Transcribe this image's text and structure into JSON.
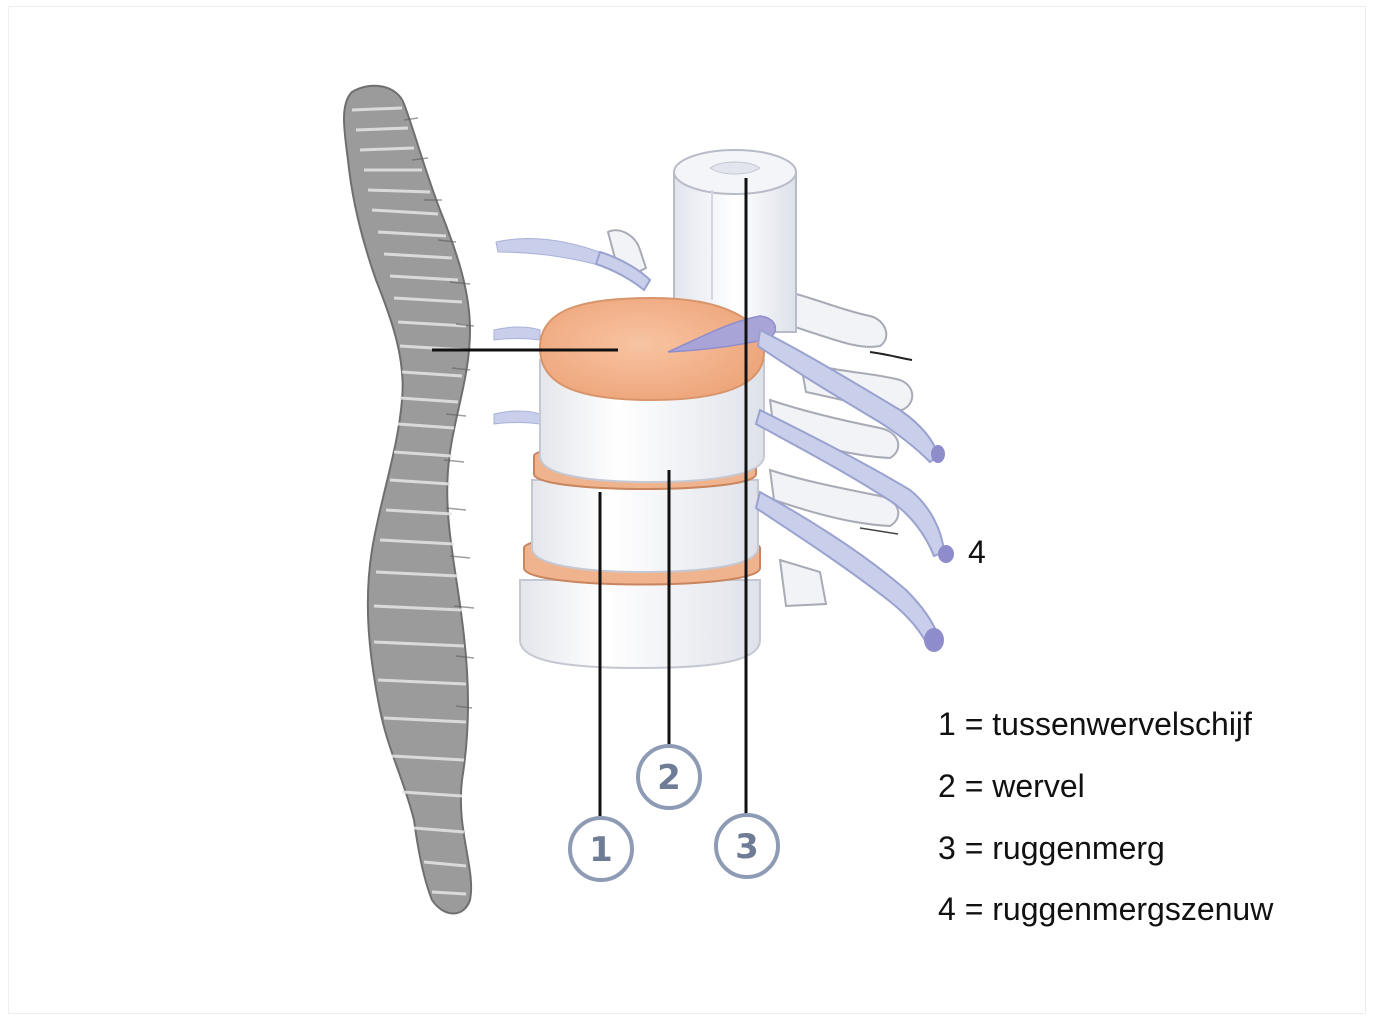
{
  "callouts": [
    {
      "number": "1"
    },
    {
      "number": "2"
    },
    {
      "number": "3"
    }
  ],
  "label_4": "4",
  "legend": [
    "1 = tussenwervelschijf",
    "2 = wervel",
    "3 = ruggenmerg",
    "4 = ruggenmergszenuw"
  ],
  "colors": {
    "disc": "#f4b790",
    "vertebra": "#f4f4f6",
    "cord": "#f0f2f6",
    "nerve": "#c9cfea",
    "nerve_tip": "#8f8ccc",
    "spine": "#8a8a8a",
    "callout_ring": "#8e9bb5",
    "callout_text": "#6e7c96"
  }
}
